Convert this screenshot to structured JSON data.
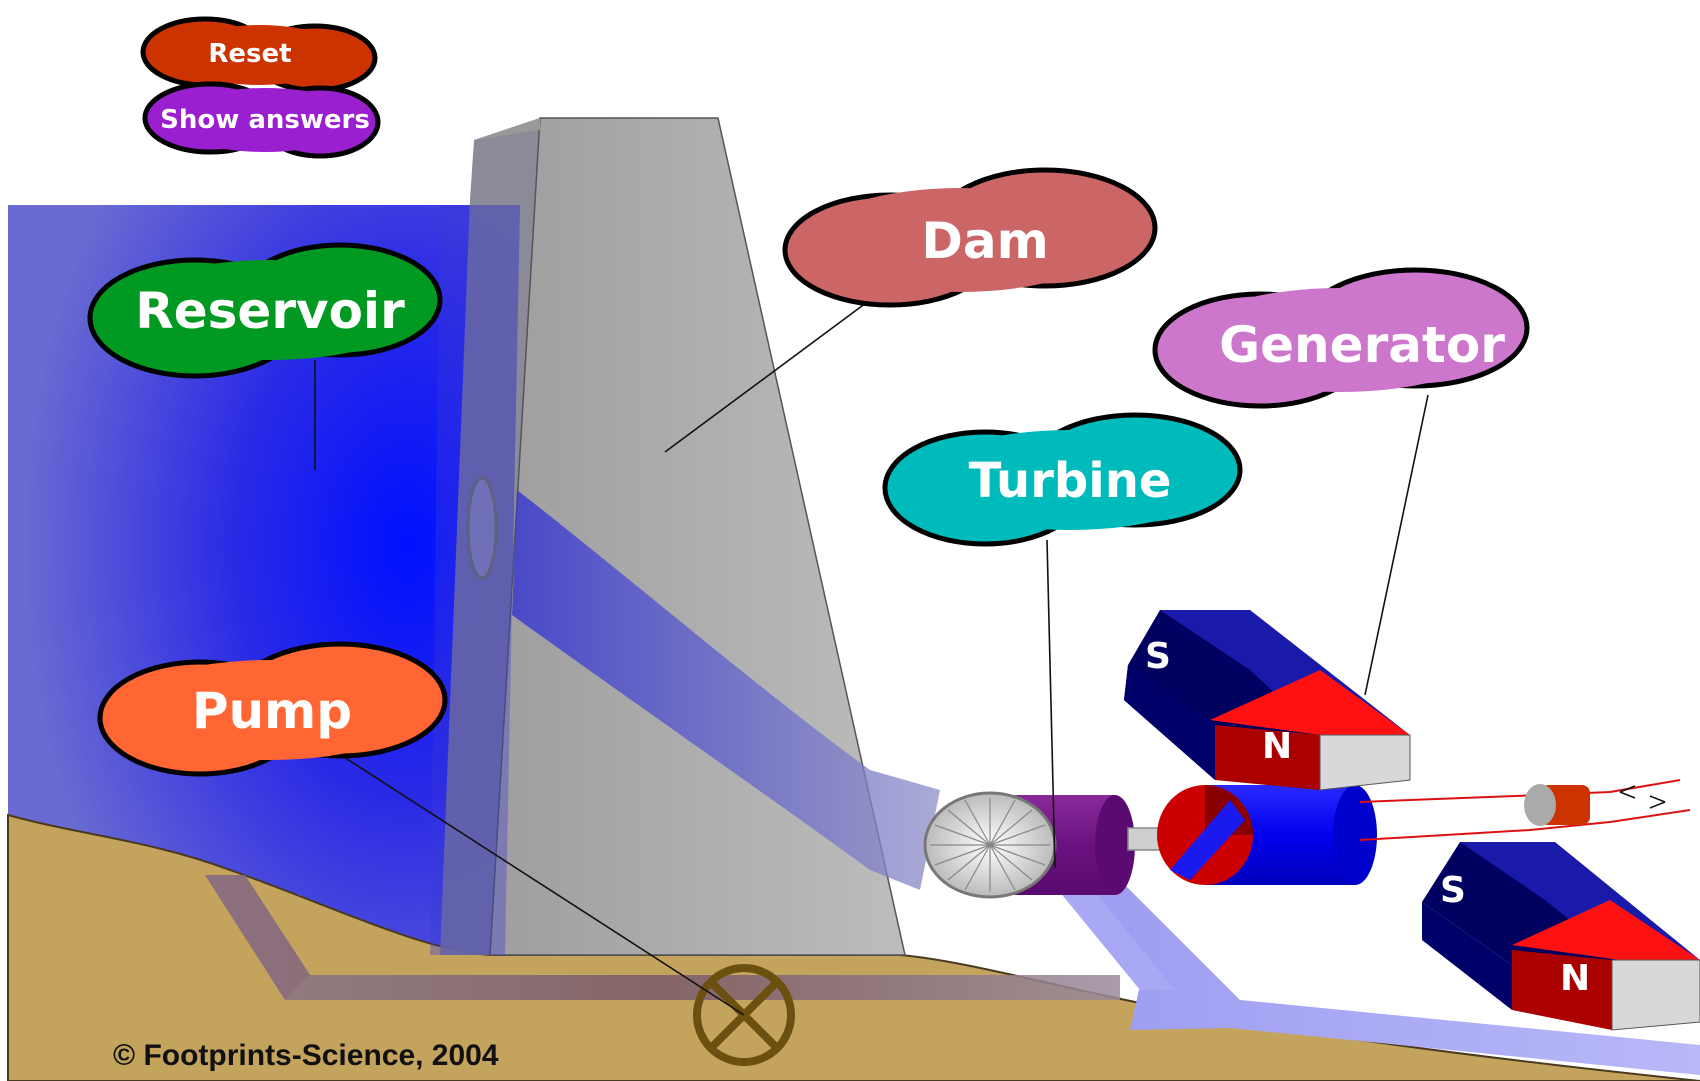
{
  "buttons": {
    "reset": "Reset",
    "show_answers": "Show answers"
  },
  "labels": {
    "reservoir": "Reservoir",
    "dam": "Dam",
    "generator": "Generator",
    "turbine": "Turbine",
    "pump": "Pump"
  },
  "magnets": {
    "south": "S",
    "north": "N"
  },
  "copyright": "© Footprints-Science, 2004",
  "colors": {
    "reset": "#cc3300",
    "show_answers": "#9a1fcf",
    "reservoir": "#009922",
    "dam": "#cc6666",
    "generator": "#cc77cc",
    "turbine": "#00bbbb",
    "pump": "#ff6633",
    "water": "#2a2af0",
    "ground": "#c4a35d",
    "dam_concrete": "#b5b5b5"
  }
}
